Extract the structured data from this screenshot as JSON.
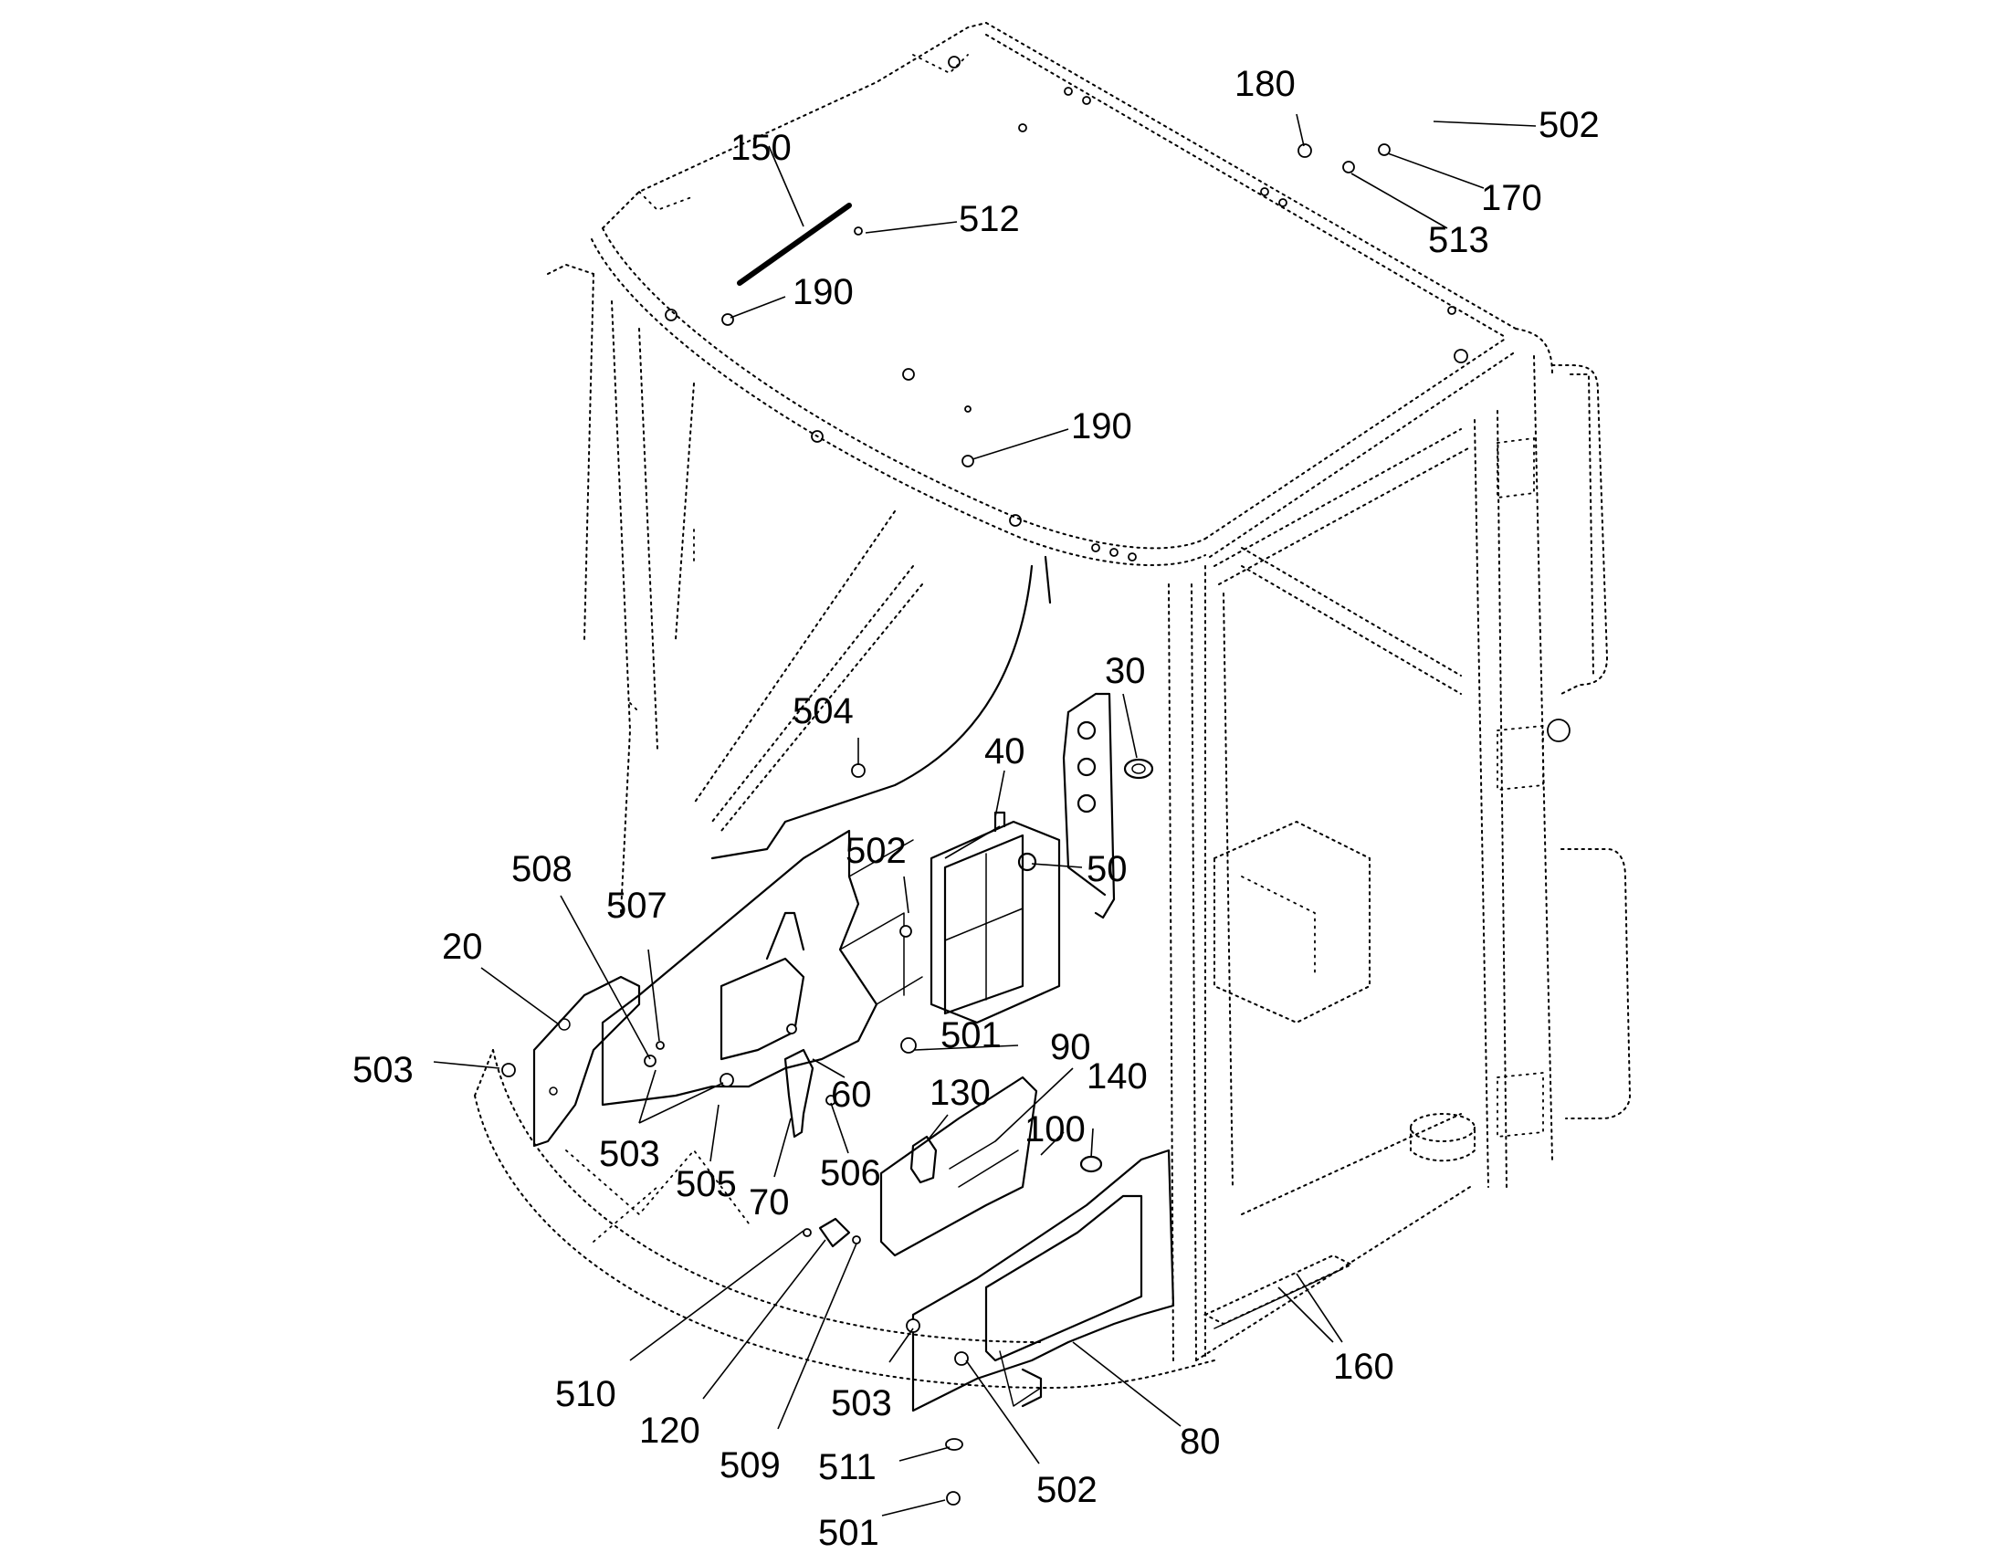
{
  "diagram": {
    "callouts": [
      {
        "id": "c150",
        "text": "150"
      },
      {
        "id": "c512",
        "text": "512"
      },
      {
        "id": "c190a",
        "text": "190"
      },
      {
        "id": "c190b",
        "text": "190"
      },
      {
        "id": "c180",
        "text": "180"
      },
      {
        "id": "c502a",
        "text": "502"
      },
      {
        "id": "c170",
        "text": "170"
      },
      {
        "id": "c513",
        "text": "513"
      },
      {
        "id": "c30",
        "text": "30"
      },
      {
        "id": "c40",
        "text": "40"
      },
      {
        "id": "c504",
        "text": "504"
      },
      {
        "id": "c502b",
        "text": "502"
      },
      {
        "id": "c50",
        "text": "50"
      },
      {
        "id": "c508",
        "text": "508"
      },
      {
        "id": "c507",
        "text": "507"
      },
      {
        "id": "c20",
        "text": "20"
      },
      {
        "id": "c503a",
        "text": "503"
      },
      {
        "id": "c501a",
        "text": "501"
      },
      {
        "id": "c90",
        "text": "90"
      },
      {
        "id": "c140",
        "text": "140"
      },
      {
        "id": "c130",
        "text": "130"
      },
      {
        "id": "c60",
        "text": "60"
      },
      {
        "id": "c100",
        "text": "100"
      },
      {
        "id": "c503b",
        "text": "503"
      },
      {
        "id": "c505",
        "text": "505"
      },
      {
        "id": "c506",
        "text": "506"
      },
      {
        "id": "c70",
        "text": "70"
      },
      {
        "id": "c510",
        "text": "510"
      },
      {
        "id": "c120",
        "text": "120"
      },
      {
        "id": "c509",
        "text": "509"
      },
      {
        "id": "c503c",
        "text": "503"
      },
      {
        "id": "c511",
        "text": "511"
      },
      {
        "id": "c502c",
        "text": "502"
      },
      {
        "id": "c501b",
        "text": "501"
      },
      {
        "id": "c80",
        "text": "80"
      },
      {
        "id": "c160",
        "text": "160"
      }
    ]
  }
}
